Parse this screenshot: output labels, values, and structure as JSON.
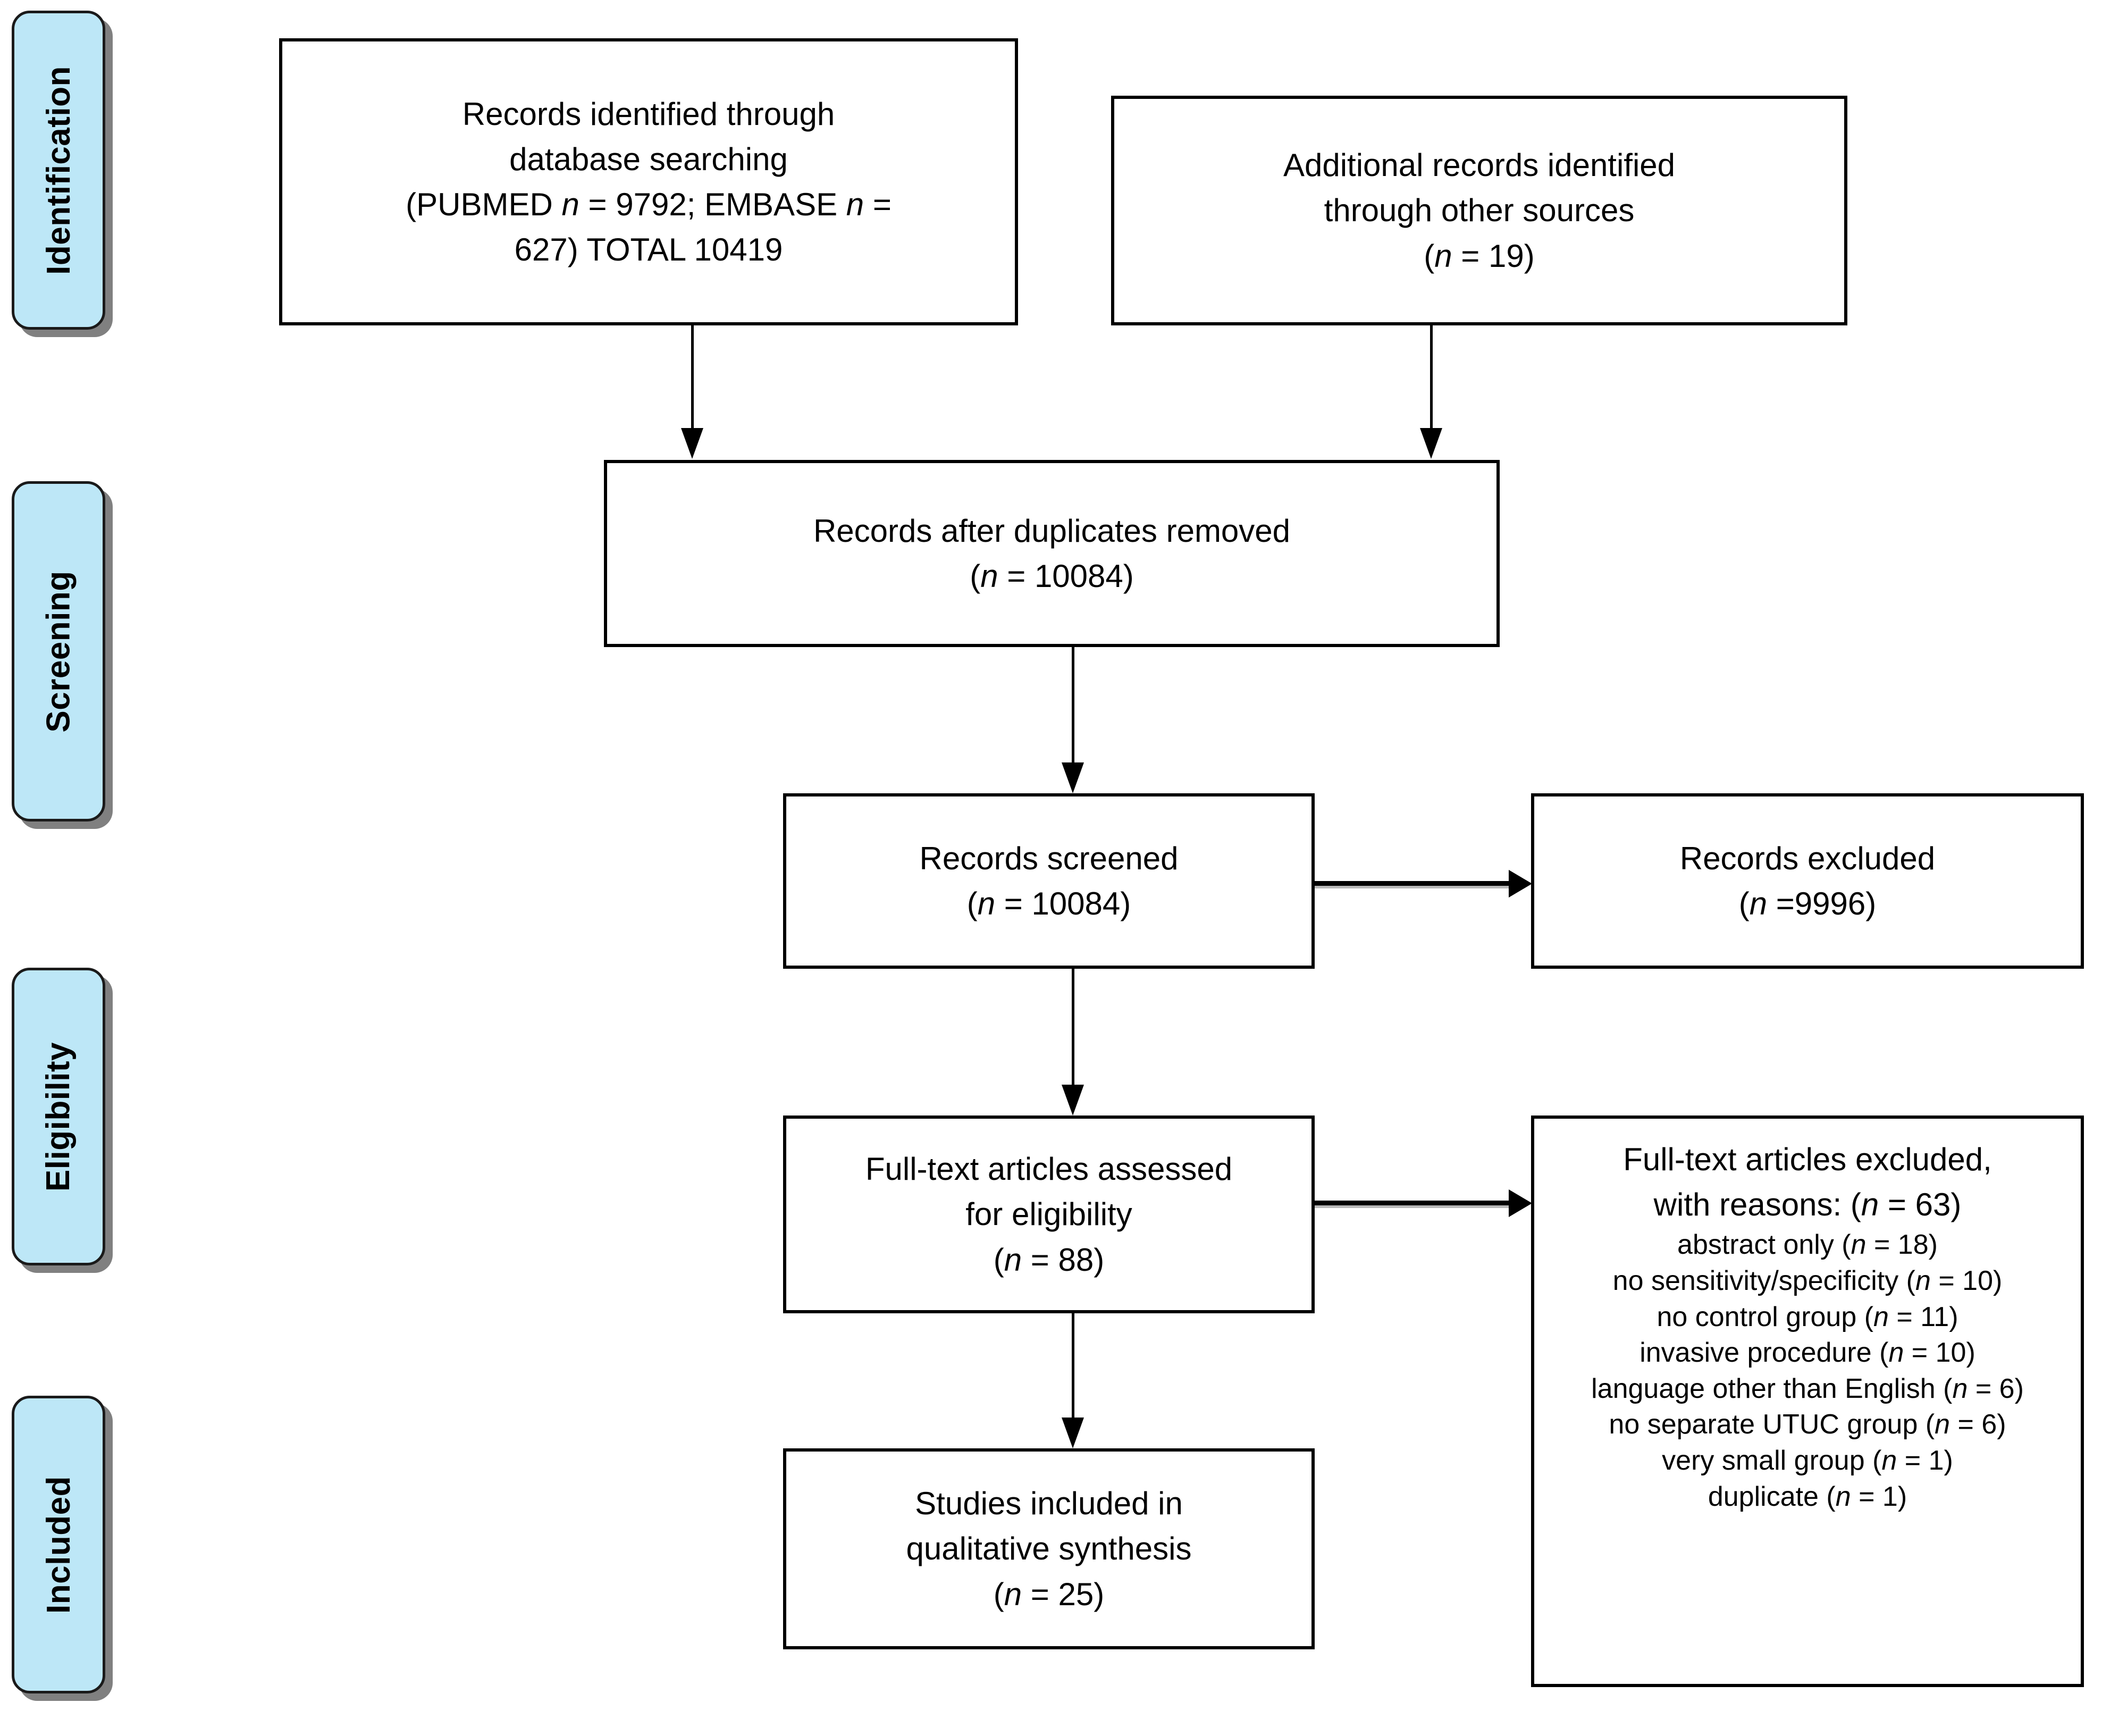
{
  "diagram": {
    "title": "PRISMA flow diagram",
    "accent_color": "#bde7f7",
    "border_color": "#000000",
    "shadow_color": "#808080"
  },
  "stages": [
    {
      "label": "Identification"
    },
    {
      "label": "Screening"
    },
    {
      "label": "Eligibility"
    },
    {
      "label": "Included"
    }
  ],
  "boxes": {
    "database_search": {
      "line1": "Records identified through",
      "line2": "database searching",
      "line3_a": "(PUBMED ",
      "line3_n": "n",
      "line3_b": " = 9792; EMBASE ",
      "line3_n2": "n",
      "line3_c": " =",
      "line4": "627) TOTAL 10419"
    },
    "other_sources": {
      "line1": "Additional records identified",
      "line2": "through other sources",
      "count_open": "(",
      "count_n": "n",
      "count_val": " = 19)"
    },
    "duplicates_removed": {
      "line1": "Records after duplicates removed",
      "count_open": "(",
      "count_n": "n",
      "count_val": " = 10084)"
    },
    "records_screened": {
      "line1": "Records screened",
      "count_open": "(",
      "count_n": "n",
      "count_val": " = 10084)"
    },
    "records_excluded": {
      "line1": "Records excluded",
      "count_open": "(",
      "count_n": "n",
      "count_val": " =9996)"
    },
    "fulltext_assessed": {
      "line1": "Full-text articles assessed",
      "line2": "for eligibility",
      "count_open": "(",
      "count_n": "n",
      "count_val": " = 88)"
    },
    "fulltext_excluded": {
      "heading1": "Full-text articles excluded,",
      "heading2_a": "with reasons: (",
      "heading2_n": "n",
      "heading2_b": " = 63)",
      "reasons": [
        {
          "text": "abstract only (",
          "n": "n",
          "value": " = 18)"
        },
        {
          "text": "no sensitivity/specificity (",
          "n": "n",
          "value": " = 10)"
        },
        {
          "text": "no control group (",
          "n": "n",
          "value": " = 11)"
        },
        {
          "text": "invasive procedure (",
          "n": "n",
          "value": " = 10)"
        },
        {
          "text": "language other than English (",
          "n": "n",
          "value": " = 6)"
        },
        {
          "text": "no separate UTUC group (",
          "n": "n",
          "value": " = 6)"
        },
        {
          "text": "very small group (",
          "n": "n",
          "value": " = 1)"
        },
        {
          "text": "duplicate (",
          "n": "n",
          "value": " = 1)"
        }
      ]
    },
    "studies_included": {
      "line1": "Studies included in",
      "line2": "qualitative synthesis",
      "count_open": "(",
      "count_n": "n",
      "count_val": " = 25)"
    }
  }
}
